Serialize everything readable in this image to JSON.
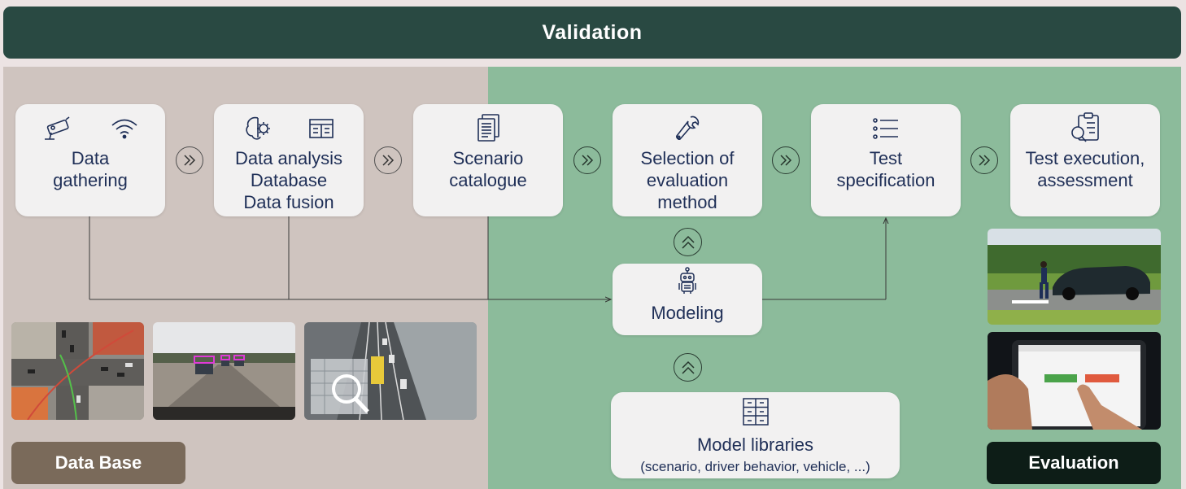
{
  "header": {
    "title": "Validation"
  },
  "steps": [
    {
      "label": "Data\ngathering",
      "icons": [
        "surveillance-camera-icon",
        "wifi-icon"
      ]
    },
    {
      "label": "Data analysis\nDatabase\nData fusion",
      "icons": [
        "brain-gear-icon",
        "table-icon"
      ]
    },
    {
      "label": "Scenario\ncatalogue",
      "icons": [
        "document-stack-icon"
      ]
    },
    {
      "label": "Selection of\nevaluation\nmethod",
      "icons": [
        "wrench-icon"
      ]
    },
    {
      "label": "Test\nspecification",
      "icons": [
        "checklist-icon"
      ]
    },
    {
      "label": "Test execution,\nassessment",
      "icons": [
        "clipboard-magnifier-icon"
      ]
    }
  ],
  "modeling": {
    "label": "Modeling",
    "icon": "robot-icon"
  },
  "model_libraries": {
    "label": "Model libraries",
    "sublabel": "(scenario, driver behavior, vehicle, ...)",
    "icon": "cabinet-icon"
  },
  "tags": {
    "database": "Data Base",
    "evaluation": "Evaluation"
  },
  "photos": [
    {
      "name": "aerial-intersection-photo"
    },
    {
      "name": "dashcam-detection-photo"
    },
    {
      "name": "highway-traffic-photo"
    },
    {
      "name": "test-track-pedestrian-photo"
    },
    {
      "name": "tablet-interface-photo"
    }
  ],
  "colors": {
    "banner": "#294942",
    "left_panel": "#cfc4bf",
    "right_panel": "#8cbb9b",
    "box": "#f2f1f1",
    "text": "#1f2f57",
    "database_tag": "#7a6a5a",
    "evaluation_tag": "#0d1d17"
  }
}
